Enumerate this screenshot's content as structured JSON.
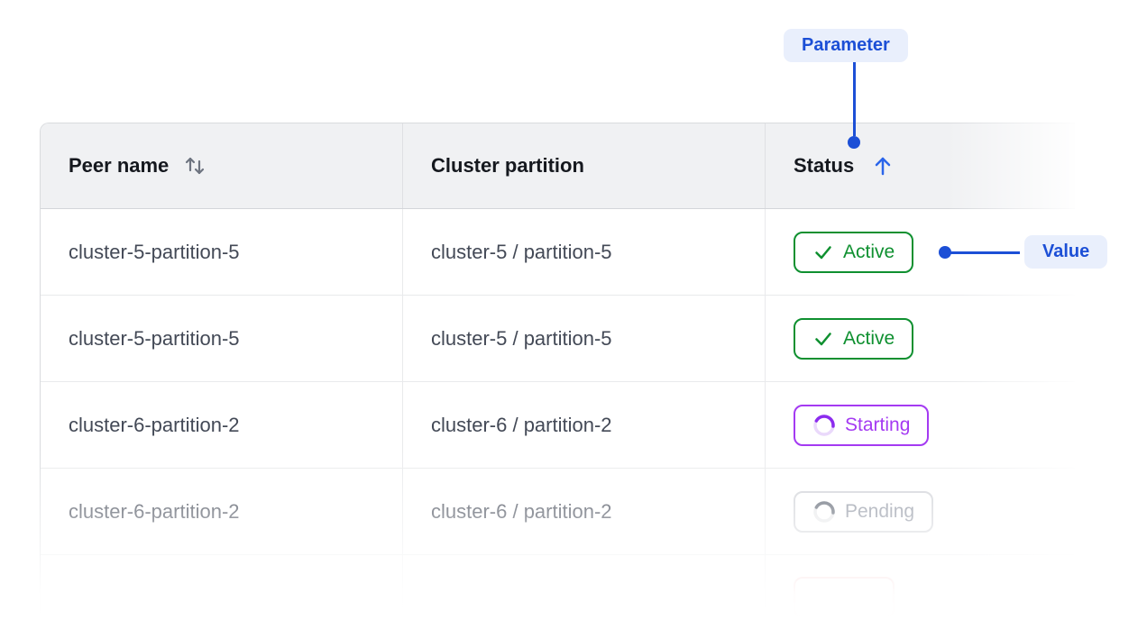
{
  "annotations": {
    "parameter_label": "Parameter",
    "value_label": "Value"
  },
  "table": {
    "columns": [
      {
        "label": "Peer name",
        "sort": "sortable"
      },
      {
        "label": "Cluster partition",
        "sort": "none"
      },
      {
        "label": "Status",
        "sort": "ascending"
      }
    ],
    "rows": [
      {
        "peer_name": "cluster-5-partition-5",
        "cluster_partition": "cluster-5 / partition-5",
        "status": "Active",
        "status_kind": "active"
      },
      {
        "peer_name": "cluster-5-partition-5",
        "cluster_partition": "cluster-5 / partition-5",
        "status": "Active",
        "status_kind": "active"
      },
      {
        "peer_name": "cluster-6-partition-2",
        "cluster_partition": "cluster-6 / partition-2",
        "status": "Starting",
        "status_kind": "starting"
      },
      {
        "peer_name": "cluster-6-partition-2",
        "cluster_partition": "cluster-6 / partition-2",
        "status": "Pending",
        "status_kind": "pending"
      },
      {
        "peer_name": "",
        "cluster_partition": "",
        "status": "",
        "status_kind": "error-partial"
      }
    ]
  },
  "icons": {
    "peer_name_sort": "sort-arrows-icon",
    "status_sort": "arrow-up-icon",
    "active": "check-icon",
    "starting": "spinner-icon",
    "pending": "spinner-icon"
  },
  "colors": {
    "annotation_blue": "#1c4fd6",
    "annotation_pill_bg": "#e9effc",
    "sort_arrow_blue": "#2b65ea",
    "status_green": "#0f9030",
    "status_purple": "#a43af2",
    "status_gray_text": "#8d93a0",
    "status_gray_border": "#d2d4d9",
    "status_error_pink": "#f2b8bc",
    "header_bg": "#f0f1f3",
    "header_text": "#15181e",
    "cell_text": "#434956",
    "row_border": "#e9eaec"
  }
}
